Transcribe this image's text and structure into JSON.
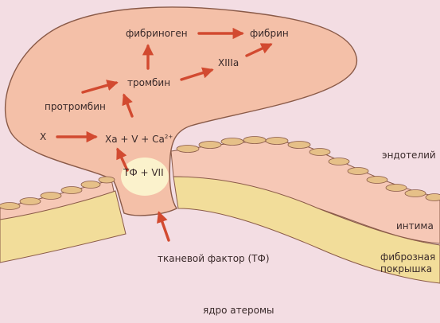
{
  "diagram": {
    "fibrinogen": "фибриноген",
    "fibrin": "фибрин",
    "factor_xiiia": "XIIIa",
    "thrombin": "тромбин",
    "prothrombin": "протромбин",
    "factor_x": "X",
    "complex_main": "Xa + V + Ca",
    "complex_sup": "2+",
    "tf_vii": "ТФ + VII",
    "tissue_factor": "тканевой фактор (ТФ)",
    "endothelium": "эндотелий",
    "intima": "интима",
    "fibrous_cap_1": "фиброзная",
    "fibrous_cap_2": "покрышка",
    "atheroma_core": "ядро атеромы"
  },
  "colors": {
    "background": "#f3dde3",
    "clot": "#f4c0a8",
    "outline": "#8a5a48",
    "arrow": "#d24a30",
    "fibrous_band": "#f2dd9a",
    "endothelial_cells": "#e6c088",
    "tf_spot": "#fbf2cc"
  }
}
